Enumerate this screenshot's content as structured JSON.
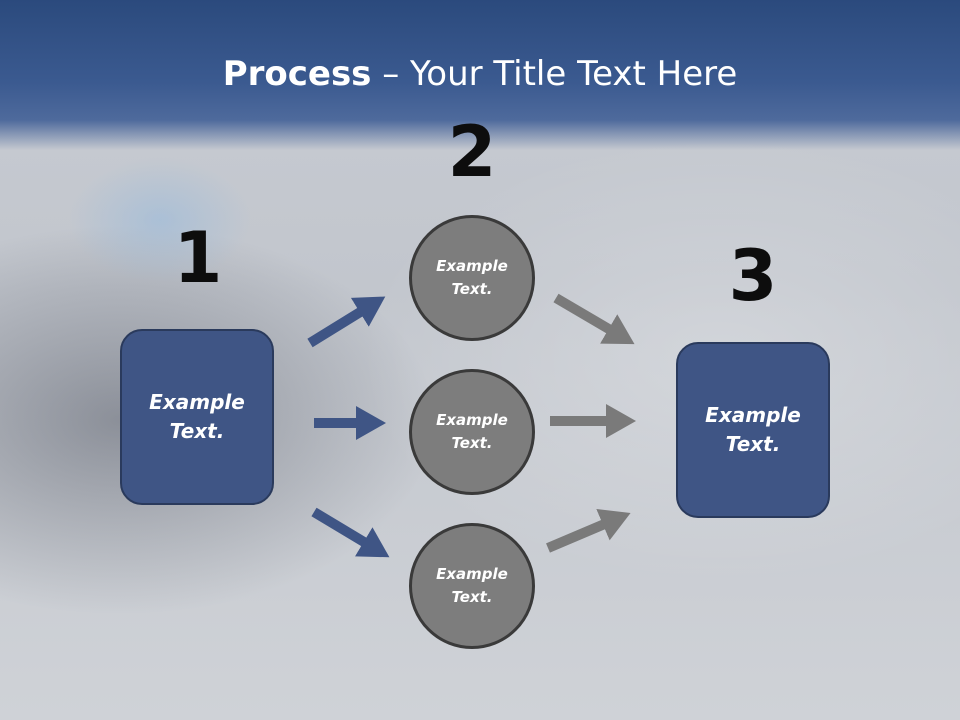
{
  "title": {
    "bold": "Process",
    "rest": " – Your Title Text Here"
  },
  "steps": {
    "one": "1",
    "two": "2",
    "three": "3"
  },
  "left_box": {
    "text": "Example\nText."
  },
  "right_box": {
    "text": "Example\nText."
  },
  "circles": [
    {
      "text": "Example\nText."
    },
    {
      "text": "Example\nText."
    },
    {
      "text": "Example\nText."
    }
  ],
  "colors": {
    "header": "#3b5a90",
    "box_fill": "#3f5585",
    "circle_fill": "#7d7d7d",
    "blue_arrow": "#3f5585",
    "gray_arrow": "#7a7a7a"
  }
}
